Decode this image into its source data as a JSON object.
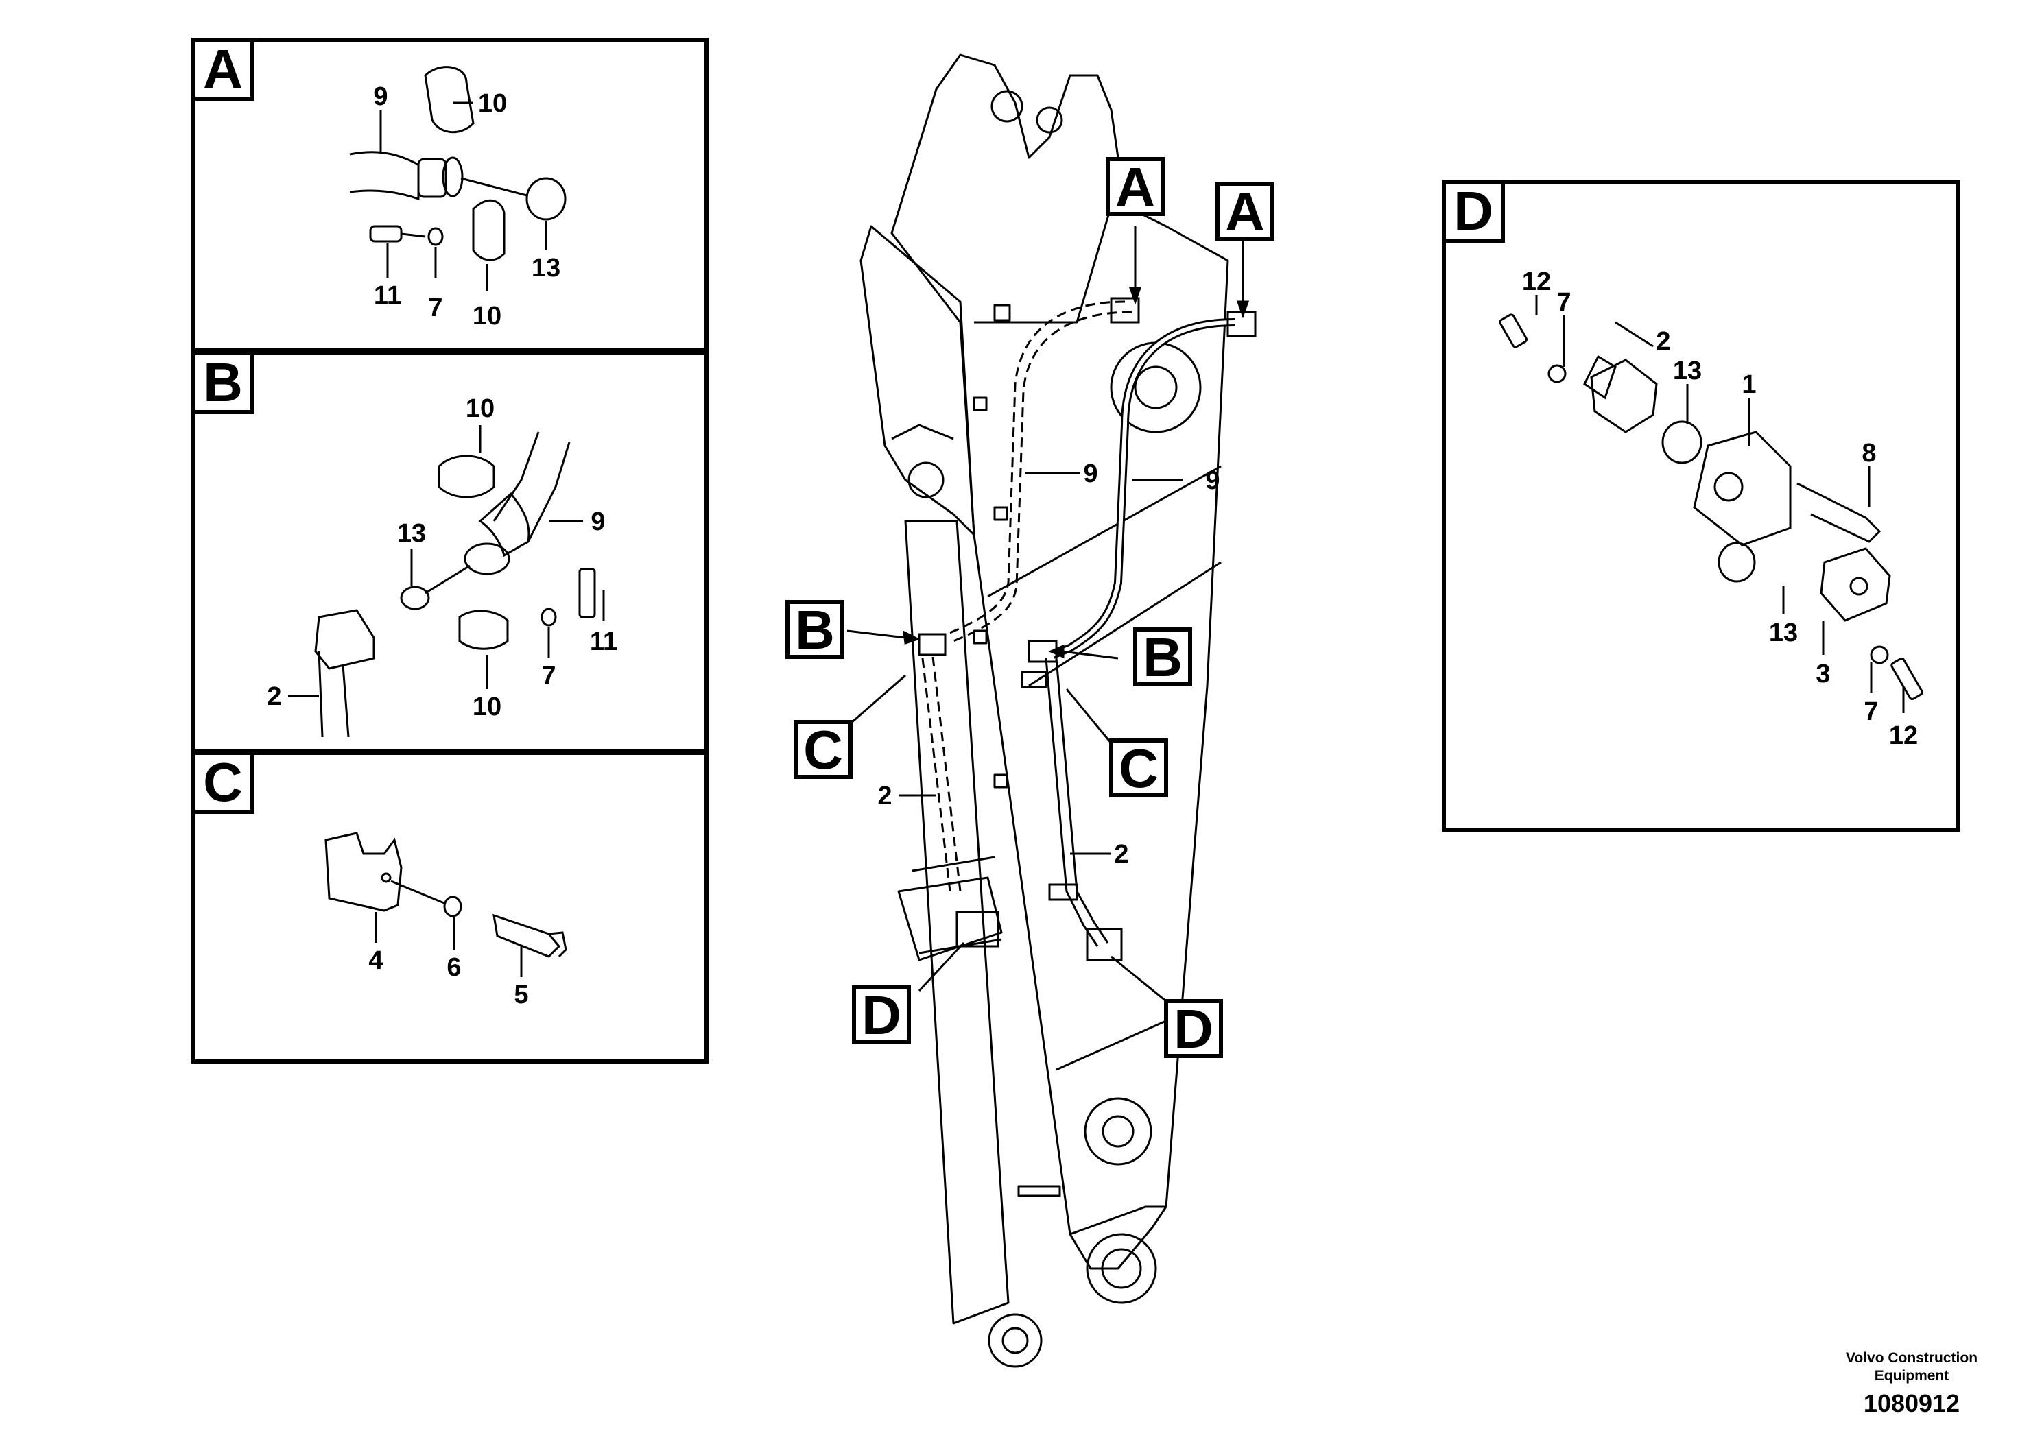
{
  "panels": {
    "A": {
      "letter": "A",
      "labels": {
        "n9": "9",
        "n10a": "10",
        "n13": "13",
        "n11": "11",
        "n7": "7",
        "n10b": "10"
      }
    },
    "B": {
      "letter": "B",
      "labels": {
        "n10a": "10",
        "n13": "13",
        "n9": "9",
        "n11": "11",
        "n2": "2",
        "n7": "7",
        "n10b": "10"
      }
    },
    "C": {
      "letter": "C",
      "labels": {
        "n4": "4",
        "n6": "6",
        "n5": "5"
      }
    },
    "D": {
      "letter": "D",
      "labels": {
        "n12a": "12",
        "n7a": "7",
        "n2": "2",
        "n13a": "13",
        "n1": "1",
        "n8": "8",
        "n13b": "13",
        "n3": "3",
        "n7b": "7",
        "n12b": "12"
      }
    }
  },
  "boom": {
    "callouts": {
      "a1": "A",
      "a2": "A",
      "b1": "B",
      "b2": "B",
      "c1": "C",
      "c2": "C",
      "d1": "D",
      "d2": "D"
    },
    "labels": {
      "n9a": "9",
      "n9b": "9",
      "n2a": "2",
      "n2b": "2"
    }
  },
  "credit": {
    "maker": "Volvo Construction Equipment",
    "code": "1080912"
  }
}
